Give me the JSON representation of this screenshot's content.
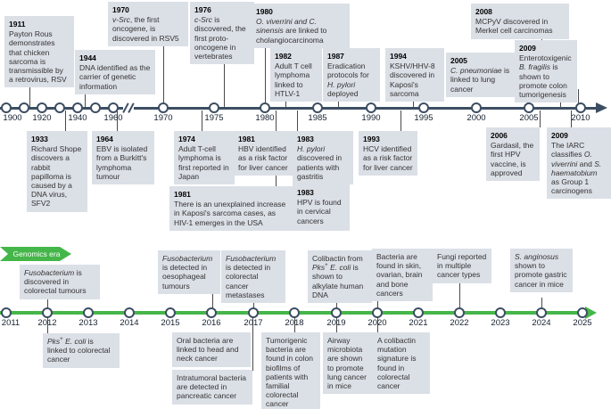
{
  "colors": {
    "navy": "#3d4e63",
    "green": "#45b649",
    "box_bg": "#dbdfe6",
    "connector": "#4a4a4a"
  },
  "genomics_era_label": "Genomics era",
  "historical": {
    "axis_labels": [
      "1900",
      "1920",
      "1940",
      "1960",
      "1970",
      "1975",
      "1980",
      "1985",
      "1990",
      "1995",
      "2000",
      "2005",
      "2010"
    ],
    "events_above": [
      {
        "year": "1911",
        "text": "Payton Rous demonstrates that chicken sarcoma is transmissible by a retrovirus, RSV"
      },
      {
        "year": "1944",
        "text": "DNA identified as the carrier of genetic information"
      },
      {
        "year": "1970",
        "text": "<i>v-Src</i>, the first oncogene, is discovered in RSV5"
      },
      {
        "year": "1976",
        "text": "<i>c-Src</i> is discovered, the first proto-oncogene in vertebrates"
      },
      {
        "year": "1980",
        "text": "<i>O. viverrini and C. sinensis</i> are linked to cholangiocarcinoma"
      },
      {
        "year": "1982",
        "text": "Adult T cell lymphoma linked to HTLV-1"
      },
      {
        "year": "1987",
        "text": "Eradication protocols for <i>H. pylori</i> deployed"
      },
      {
        "year": "1994",
        "text": "KSHV/HHV-8 discovered in Kaposi's sarcoma"
      },
      {
        "year": "2005",
        "text": "<i>C. pneumoniae</i> is linked to lung cancer"
      },
      {
        "year": "2008",
        "text": "MCPyV discovered in Merkel cell carcinomas"
      },
      {
        "year": "2009",
        "text": "Enterotoxigenic <i>B. fragilis</i> is shown to promote colon tumorigenesis"
      }
    ],
    "events_below": [
      {
        "year": "1933",
        "text": "Richard Shope discovers a rabbit papilloma is caused by a DNA virus, SFV2"
      },
      {
        "year": "1964",
        "text": "EBV is isolated from a Burkitt's lymphoma tumour"
      },
      {
        "year": "1974",
        "text": "Adult T-cell lymphoma is first reported in Japan"
      },
      {
        "year": "1981",
        "text": "HBV identified as a risk factor for liver cancer"
      },
      {
        "year": "1981",
        "text": "There is an unexplained increase<br>in Kaposi's sarcoma cases, as<br>HIV-1 emerges in the USA"
      },
      {
        "year": "1983",
        "text": "<i>H. pylori</i> discovered in patients with gastritis"
      },
      {
        "year": "1983",
        "text": "HPV is found in cervical cancers"
      },
      {
        "year": "1993",
        "text": "HCV identified as a risk factor for liver cancer"
      },
      {
        "year": "2006",
        "text": "Gardasil, the first HPV vaccine, is approved"
      },
      {
        "year": "2009",
        "text": "The IARC classifies <i>O. viverrini</i> and <i>S. haematobium</i> as Group 1 carcinogens"
      }
    ]
  },
  "genomics": {
    "axis_labels": [
      "2011",
      "2012",
      "2013",
      "2014",
      "2015",
      "2016",
      "2017",
      "2018",
      "2019",
      "2020",
      "2021",
      "2022",
      "2023",
      "2024",
      "2025"
    ],
    "events_above": [
      {
        "text": "<i>Fusobacterium</i> is discovered in colorectal tumours"
      },
      {
        "text": "<i>Fusobacterium</i> is detected in oesophageal tumours"
      },
      {
        "text": "<i>Fusobacterium</i> is detected in colorectal cancer metastases"
      },
      {
        "text": "Colibactin from <i>Pks</i><sup>+</sup> <i>E. coli</i> is shown to alkylate human DNA"
      },
      {
        "text": "Bacteria are found in skin, ovarian, brain and bone cancers"
      },
      {
        "text": "Fungi reported in multiple cancer types"
      },
      {
        "text": "<i>S. anginosus</i> shown to promote gastric cancer in mice"
      }
    ],
    "events_below": [
      {
        "text": "<i>Pks</i><sup>+</sup> <i>E. coli</i> is linked to colorectal cancer"
      },
      {
        "text": "Oral bacteria are linked to head and neck cancer"
      },
      {
        "text": "Intratumoral bacteria are detected in pancreatic cancer"
      },
      {
        "text": "Tumorigenic bacteria are found in colon biofilms of patients with familial colorectal cancer"
      },
      {
        "text": "Airway microbiota are shown to promote lung cancer in mice"
      },
      {
        "text": "A colibactin mutation signature is found in colorectal cancer"
      }
    ]
  }
}
